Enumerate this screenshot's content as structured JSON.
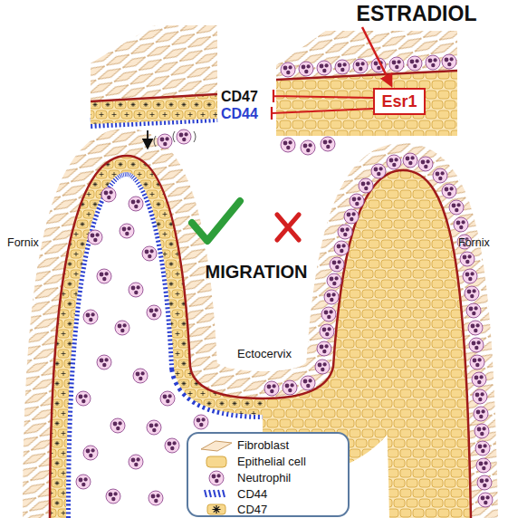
{
  "diagram": {
    "nodes": [
      {
        "text": [
          "Esr1"
        ]
      }
    ],
    "labels": [
      "ESTRADIOL",
      "CD47",
      "CD44",
      "Fornix",
      "Fornix",
      "MIGRATION",
      "Ectocervix"
    ],
    "legend": [
      {
        "text": "Fibroblast"
      },
      {
        "text": "Epithelial cell"
      },
      {
        "text": "Neutrophil"
      },
      {
        "text": "CD44"
      },
      {
        "text": "CD47"
      }
    ]
  }
}
